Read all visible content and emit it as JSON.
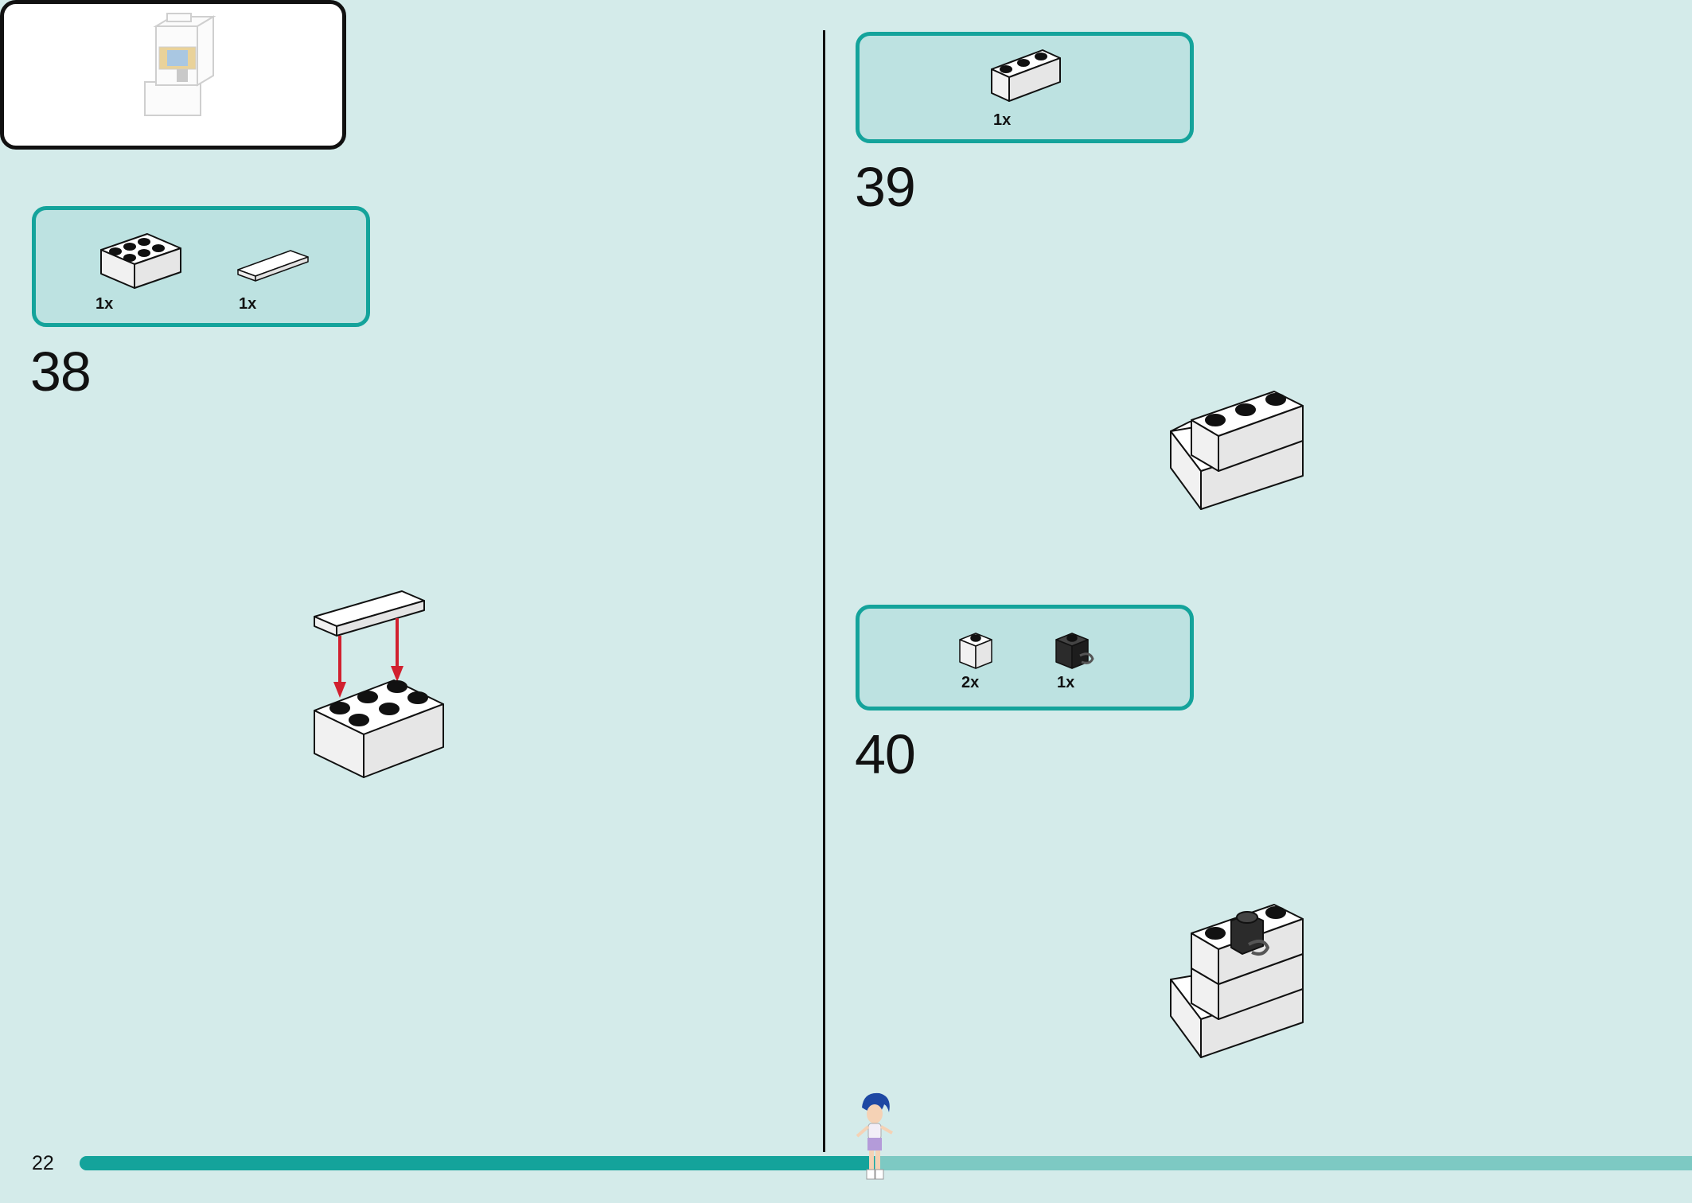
{
  "page": {
    "number": "22"
  },
  "progress": {
    "fraction": 0.493,
    "fill_color": "#14a39b",
    "track_color": "#7dc9c3"
  },
  "overview": {
    "icon": "completed-model-thumbnail"
  },
  "steps": [
    {
      "number": "38",
      "parts": [
        {
          "qty": "1x",
          "icon": "brick-2x3-white"
        },
        {
          "qty": "1x",
          "icon": "tile-1x3-white"
        }
      ]
    },
    {
      "number": "39",
      "parts": [
        {
          "qty": "1x",
          "icon": "brick-1x3-white"
        }
      ]
    },
    {
      "number": "40",
      "parts": [
        {
          "qty": "2x",
          "icon": "brick-1x1-white"
        },
        {
          "qty": "1x",
          "icon": "brick-1x1-clip-black"
        }
      ]
    }
  ],
  "colors": {
    "background": "#d4ebea",
    "parts_box_border": "#14a39b",
    "parts_box_fill": "#bde2e1",
    "arrow": "#d1202f"
  }
}
